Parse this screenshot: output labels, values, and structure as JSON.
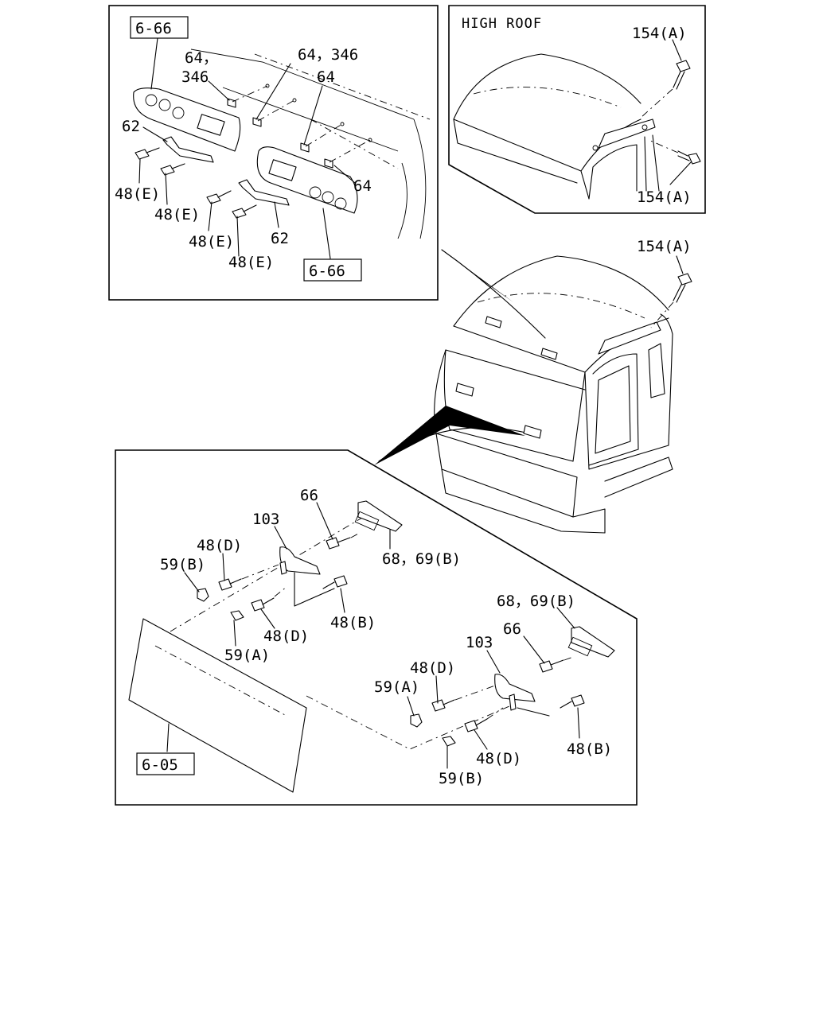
{
  "inset_top_left": {
    "ref_top": "6-66",
    "ref_bottom": "6-66",
    "labels": {
      "p64_346_a_line1": "64，",
      "p64_346_a_line2": "346",
      "p64_346_b": "64，346",
      "p64_top": "64",
      "p64_right": "64",
      "p62_left": "62",
      "p62_bottom": "62",
      "p48e_1": "48(E)",
      "p48e_2": "48(E)",
      "p48e_3": "48(E)",
      "p48e_4": "48(E)"
    }
  },
  "inset_top_right": {
    "title": "HIGH ROOF",
    "labels": {
      "p154a_top": "154(A)",
      "p154a_bottom": "154(A)"
    }
  },
  "main_cab": {
    "labels": {
      "p154a": "154(A)"
    }
  },
  "inset_bottom": {
    "ref": "6-05",
    "labels": {
      "p66_left": "66",
      "p103_left": "103",
      "p68_69b_left": "68，69(B)",
      "p48d_left_top": "48(D)",
      "p59b_left": "59(B)",
      "p48d_left_bottom": "48(D)",
      "p59a_left": "59(A)",
      "p48b_left": "48(B)",
      "p68_69b_right": "68，69(B)",
      "p103_right": "103",
      "p66_right": "66",
      "p48d_right_top": "48(D)",
      "p59a_right": "59(A)",
      "p48d_right_bottom": "48(D)",
      "p48b_right": "48(B)",
      "p59b_right": "59(B)"
    }
  }
}
